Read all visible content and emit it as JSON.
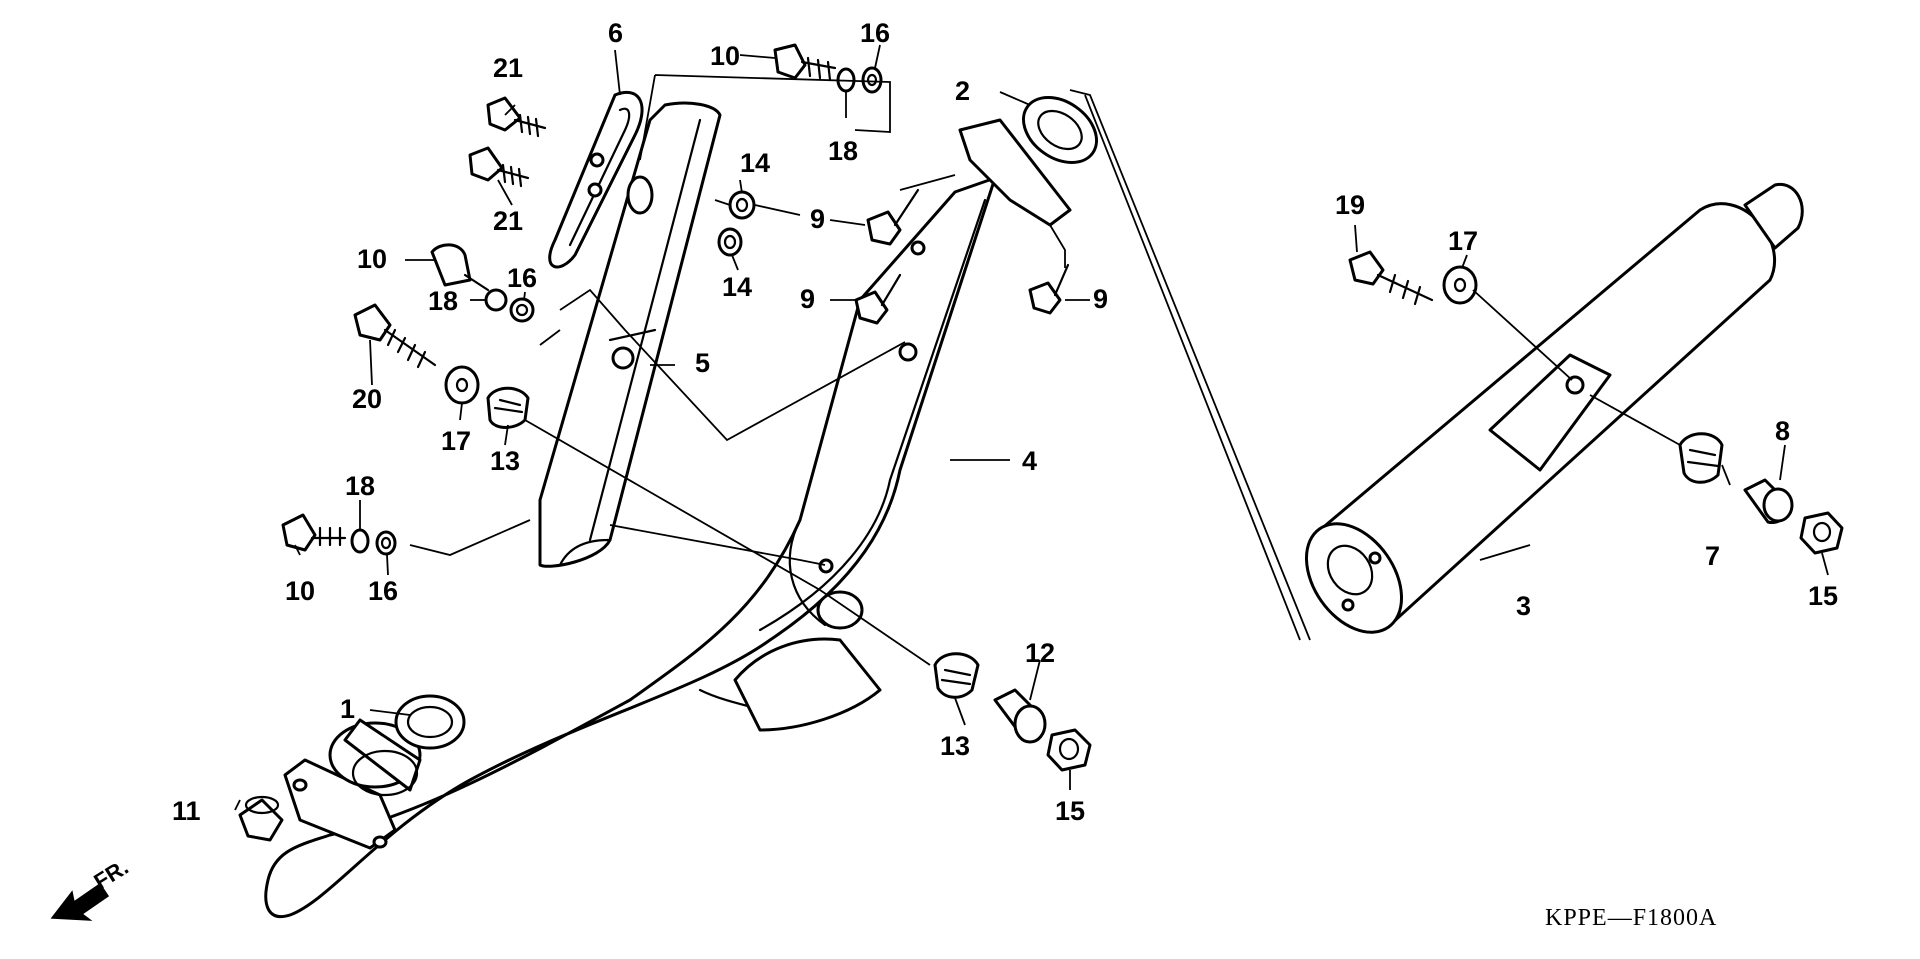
{
  "diagram": {
    "drawing_code": "KPPE—F1800A",
    "direction_label": "FR.",
    "callouts": [
      {
        "id": "c1",
        "label": "1"
      },
      {
        "id": "c2",
        "label": "2"
      },
      {
        "id": "c3",
        "label": "3"
      },
      {
        "id": "c4",
        "label": "4"
      },
      {
        "id": "c5",
        "label": "5"
      },
      {
        "id": "c6",
        "label": "6"
      },
      {
        "id": "c7",
        "label": "7"
      },
      {
        "id": "c8",
        "label": "8"
      },
      {
        "id": "c9a",
        "label": "9"
      },
      {
        "id": "c9b",
        "label": "9"
      },
      {
        "id": "c9c",
        "label": "9"
      },
      {
        "id": "c10a",
        "label": "10"
      },
      {
        "id": "c10b",
        "label": "10"
      },
      {
        "id": "c10c",
        "label": "10"
      },
      {
        "id": "c11",
        "label": "11"
      },
      {
        "id": "c12",
        "label": "12"
      },
      {
        "id": "c13a",
        "label": "13"
      },
      {
        "id": "c13b",
        "label": "13"
      },
      {
        "id": "c14a",
        "label": "14"
      },
      {
        "id": "c14b",
        "label": "14"
      },
      {
        "id": "c15a",
        "label": "15"
      },
      {
        "id": "c15b",
        "label": "15"
      },
      {
        "id": "c16a",
        "label": "16"
      },
      {
        "id": "c16b",
        "label": "16"
      },
      {
        "id": "c16c",
        "label": "16"
      },
      {
        "id": "c17a",
        "label": "17"
      },
      {
        "id": "c17b",
        "label": "17"
      },
      {
        "id": "c18a",
        "label": "18"
      },
      {
        "id": "c18b",
        "label": "18"
      },
      {
        "id": "c18c",
        "label": "18"
      },
      {
        "id": "c19",
        "label": "19"
      },
      {
        "id": "c20",
        "label": "20"
      },
      {
        "id": "c21a",
        "label": "21"
      },
      {
        "id": "c21b",
        "label": "21"
      }
    ]
  }
}
